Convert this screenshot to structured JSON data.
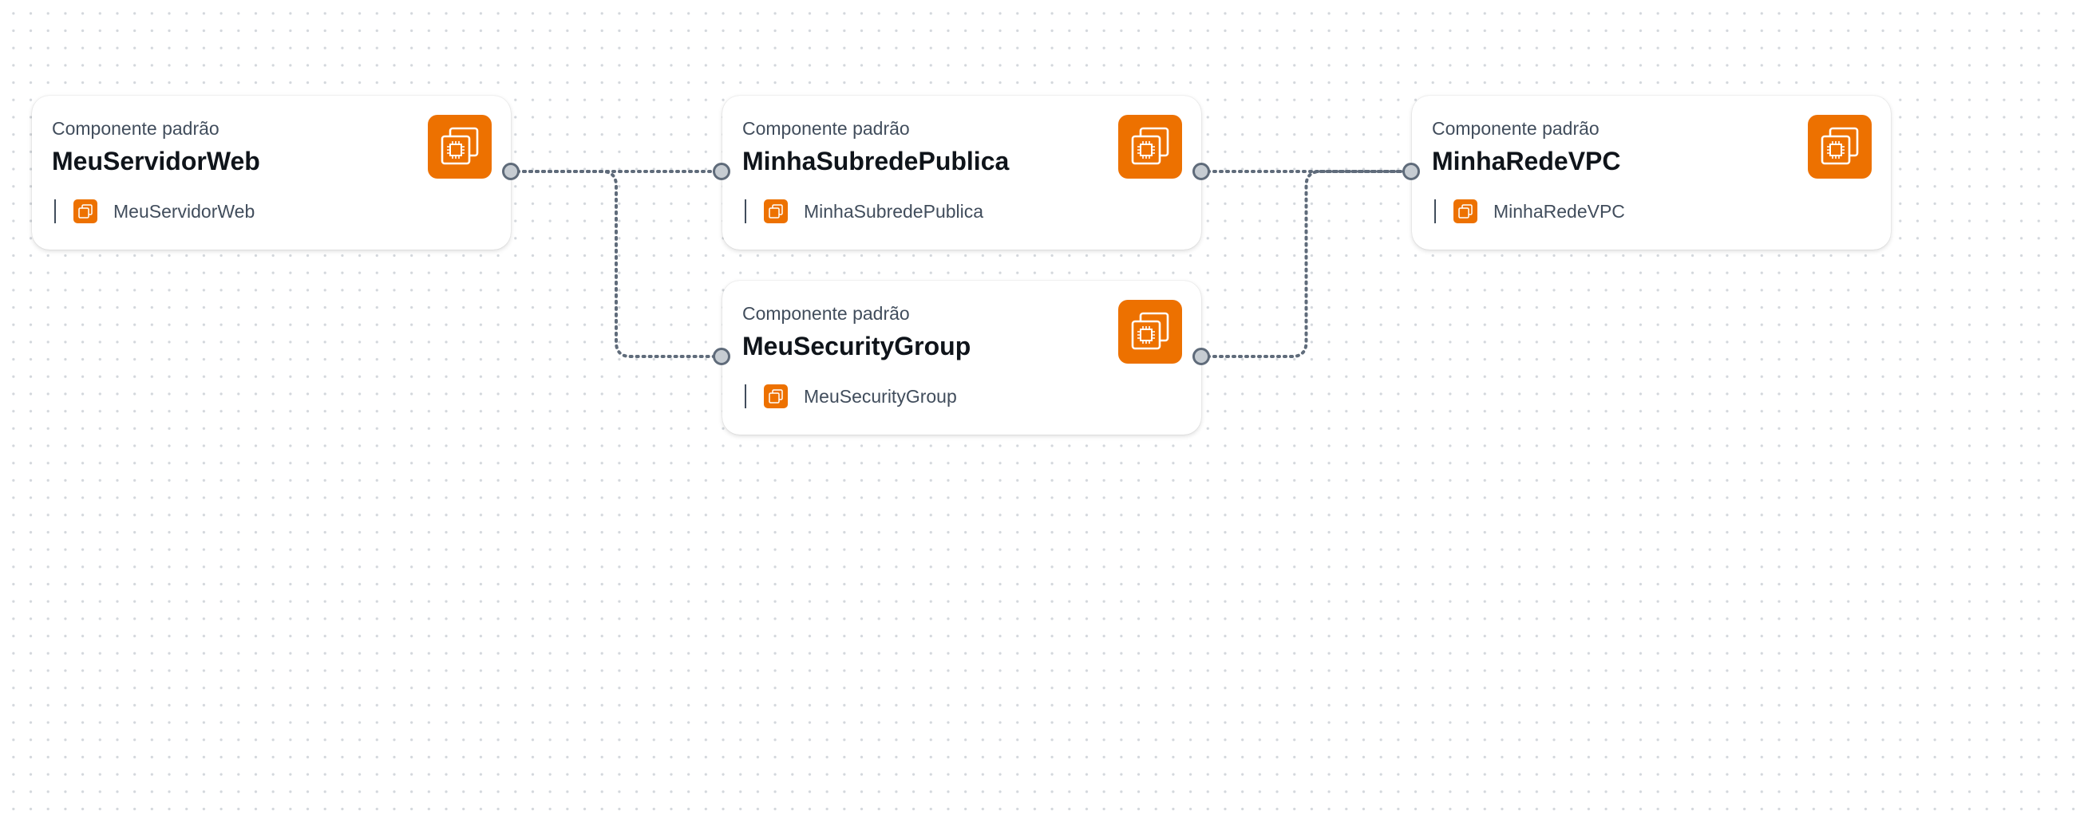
{
  "canvas": {
    "nodes": [
      {
        "id": "n1",
        "subtitle": "Componente padrão",
        "title": "MeuServidorWeb",
        "child_label": "MeuServidorWeb",
        "icon": "ec2-instance-icon"
      },
      {
        "id": "n2",
        "subtitle": "Componente padrão",
        "title": "MinhaSubredePublica",
        "child_label": "MinhaSubredePublica",
        "icon": "ec2-instance-icon"
      },
      {
        "id": "n3",
        "subtitle": "Componente padrão",
        "title": "MeuSecurityGroup",
        "child_label": "MeuSecurityGroup",
        "icon": "ec2-instance-icon"
      },
      {
        "id": "n4",
        "subtitle": "Componente padrão",
        "title": "MinhaRedeVPC",
        "child_label": "MinhaRedeVPC",
        "icon": "ec2-instance-icon"
      }
    ],
    "edges": [
      {
        "from": "n1",
        "to": "n2"
      },
      {
        "from": "n1",
        "to": "n3"
      },
      {
        "from": "n2",
        "to": "n4"
      },
      {
        "from": "n3",
        "to": "n4"
      }
    ]
  },
  "colors": {
    "accent": "#ed7100",
    "edge": "#5f6b7a",
    "port_fill": "#c6ccd2",
    "title_text": "#0f141a",
    "secondary_text": "#414d5c"
  }
}
